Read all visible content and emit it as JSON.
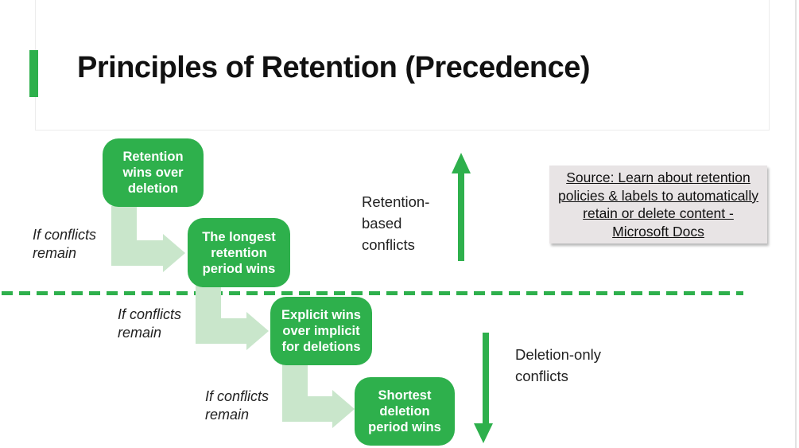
{
  "colors": {
    "accent_green": "#2eb04c",
    "light_green_connector": "#c9e6cb",
    "source_box_bg": "#e8e4e5",
    "title_color": "#111111"
  },
  "header": {
    "title": "Principles of Retention (Precedence)"
  },
  "flow": {
    "boxes": [
      {
        "label": "Retention wins over deletion"
      },
      {
        "label": "The longest retention period wins"
      },
      {
        "label": "Explicit wins over implicit for deletions"
      },
      {
        "label": "Shortest deletion period wins"
      }
    ],
    "connector_label": "If conflicts remain"
  },
  "sections": {
    "top_label": "Retention-based conflicts",
    "bottom_label": "Deletion-only conflicts"
  },
  "source": {
    "text": "Source: Learn about retention policies & labels to automatically retain or delete content - Microsoft Docs"
  }
}
